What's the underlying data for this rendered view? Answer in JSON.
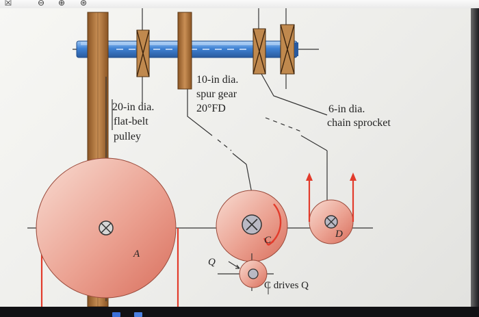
{
  "toolbar": {
    "icons": [
      "close-box-icon",
      "zoom-out-icon",
      "zoom-in-icon",
      "back-icon"
    ]
  },
  "labels": {
    "pulley_line1": "20-in dia.",
    "pulley_line2": "flat-belt",
    "pulley_line3": "pulley",
    "gear_line1": "10-in dia.",
    "gear_line2": "spur gear",
    "gear_line3": "20°FD",
    "sprocket_line1": "6-in dia.",
    "sprocket_line2": "chain sprocket",
    "A": "A",
    "C": "C",
    "D": "D",
    "Q": "Q",
    "drives": "C drives Q"
  },
  "colors": {
    "wheel": "#e6907f",
    "wheel_light": "#f6d6cd",
    "shaft": "#4a89d6",
    "bearing": "#b5793f",
    "arrow": "#e23b2b",
    "line": "#333333"
  }
}
